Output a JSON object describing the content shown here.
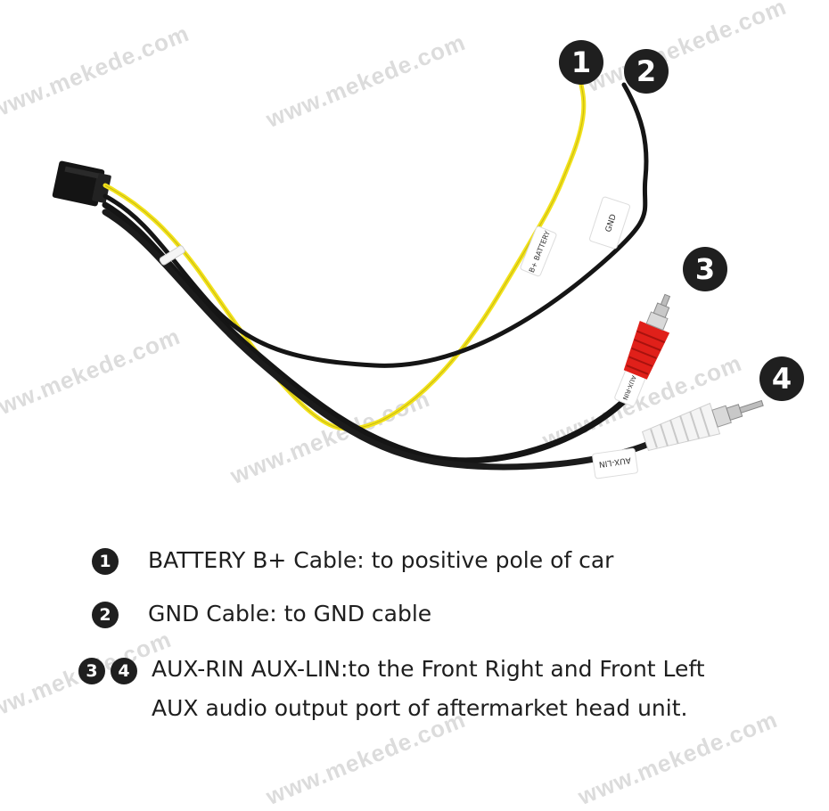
{
  "watermark_text": "www.mekede.com",
  "callouts": [
    "1",
    "2",
    "3",
    "4"
  ],
  "cable_labels": {
    "battery": "B+ BATTERY",
    "gnd": "GND",
    "aux_rin": "AUX-RIN",
    "aux_lin": "AUX-LIN"
  },
  "legend": [
    {
      "numbers": [
        "1"
      ],
      "text": "BATTERY B+ Cable: to positive pole of car"
    },
    {
      "numbers": [
        "2"
      ],
      "text": "GND Cable: to GND cable"
    },
    {
      "numbers": [
        "3",
        "4"
      ],
      "text_line1": "AUX-RIN  AUX-LIN:to the Front Right and Front Left",
      "text_line2": "AUX audio output port of aftermarket head unit."
    }
  ],
  "colors": {
    "wire_yellow": "#f2e21b",
    "wire_black": "#151515",
    "plug_red": "#e0201a",
    "plug_white": "#f4f4f4",
    "badge": "#1f1f1f"
  }
}
